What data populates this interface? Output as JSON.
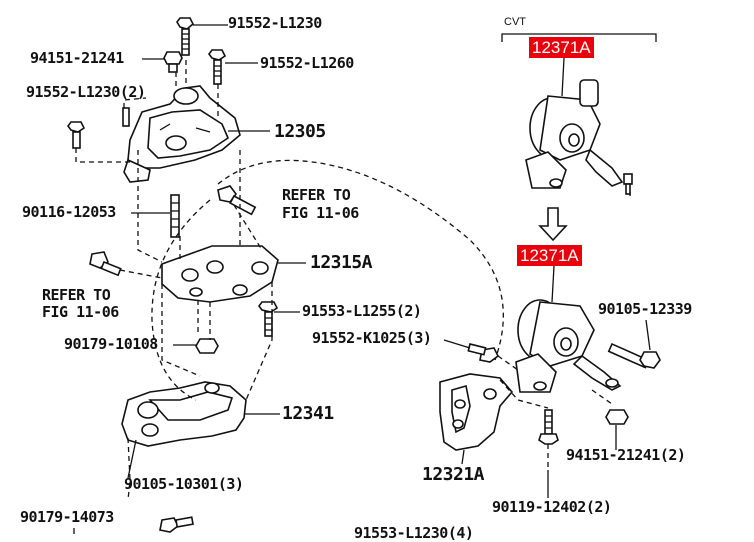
{
  "parts": {
    "p91552_L1230": "91552-L1230",
    "p94151_21241": "94151-21241",
    "p91552_L1260": "91552-L1260",
    "p91552_L1230_2": "91552-L1230(2)",
    "p12305": "12305",
    "p90116_12053": "90116-12053",
    "refer_to_1": "REFER TO",
    "fig_11_06_1": "FIG 11-06",
    "p12315A": "12315A",
    "refer_to_2": "REFER TO",
    "fig_11_06_2": "FIG 11-06",
    "p91553_L1255_2": "91553-L1255(2)",
    "p90179_10108": "90179-10108",
    "p91552_K1025_3": "91552-K1025(3)",
    "p12341": "12341",
    "p12321A": "12321A",
    "p90105_10301_3": "90105-10301(3)",
    "p90179_14073": "90179-14073",
    "p91553_L1230_4": "91553-L1230(4)",
    "p90105_12339": "90105-12339",
    "p94151_21241_2": "94151-21241(2)",
    "p90119_12402_2": "90119-12402(2)"
  },
  "highlight": {
    "p12371A_top": "12371A",
    "p12371A_bottom": "12371A",
    "color": "#e8000b"
  },
  "cvt_label": "CVT"
}
